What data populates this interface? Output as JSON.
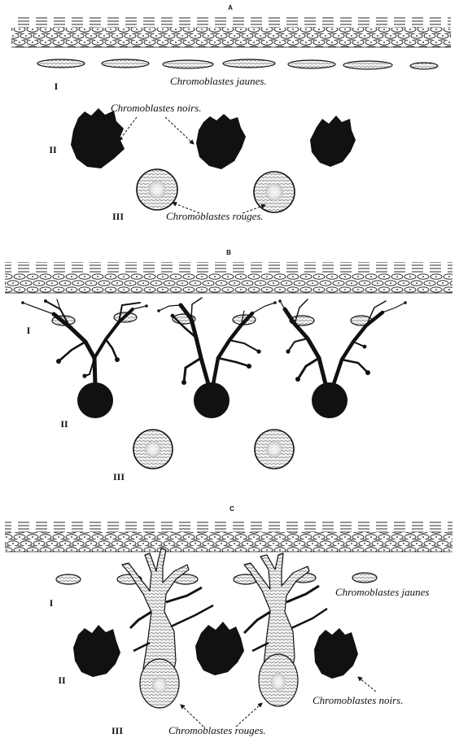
{
  "panels": [
    {
      "letter": "A",
      "rows": [
        "I",
        "II",
        "III"
      ],
      "labels": {
        "yellow": "Chromoblastes jaunes.",
        "black": "Chromoblastes noirs.",
        "red": "Chromoblastes rouges."
      }
    },
    {
      "letter": "B",
      "rows": [
        "I",
        "II",
        "III"
      ]
    },
    {
      "letter": "C",
      "rows": [
        "I",
        "II",
        "III"
      ],
      "labels": {
        "yellow": "Chromoblastes jaunes",
        "black": "Chromoblastes noirs.",
        "red": "Chromoblastes rouges."
      }
    }
  ],
  "colors": {
    "ink": "#111111",
    "paper": "#ffffff",
    "stipple": "#d8d8d8"
  }
}
